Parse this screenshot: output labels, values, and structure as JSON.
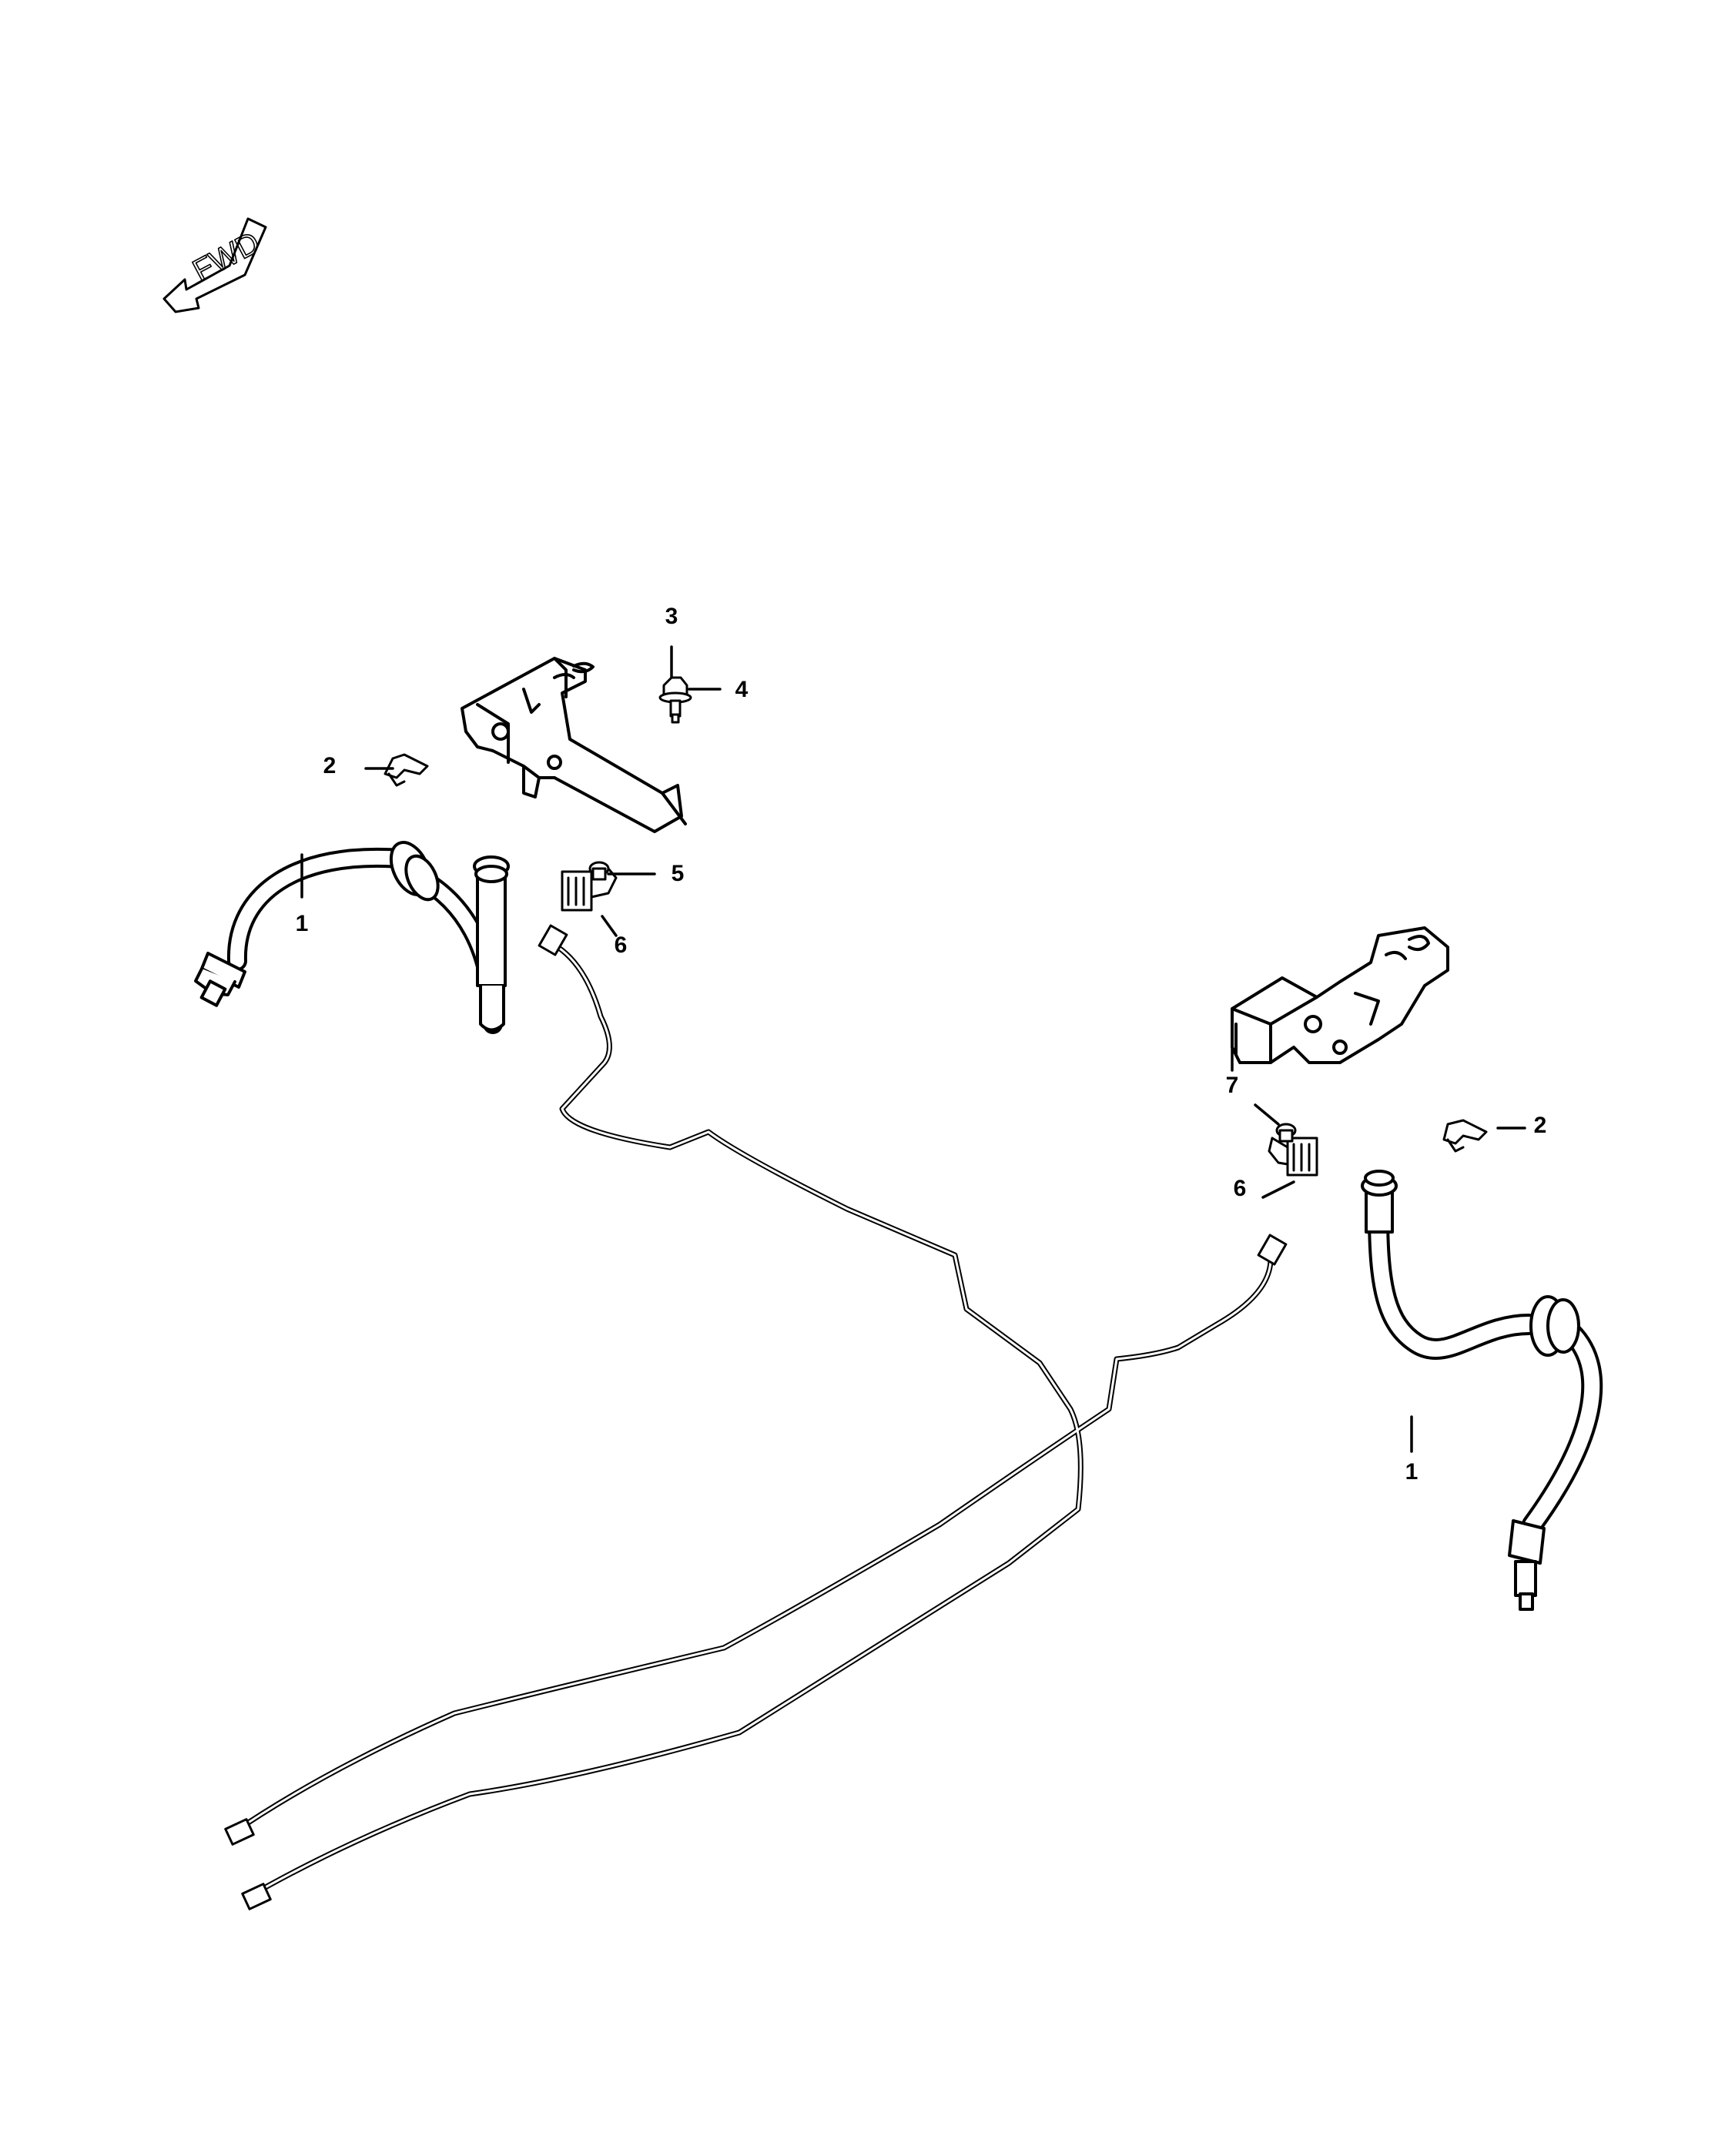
{
  "diagram": {
    "direction_label": "FWD",
    "callouts": {
      "c1_left": "1",
      "c1_right": "1",
      "c2_left": "2",
      "c2_right": "2",
      "c3": "3",
      "c4": "4",
      "c5": "5",
      "c6_left": "6",
      "c6_right": "6",
      "c7": "7"
    },
    "colors": {
      "line": "#000000",
      "background": "#ffffff"
    }
  }
}
